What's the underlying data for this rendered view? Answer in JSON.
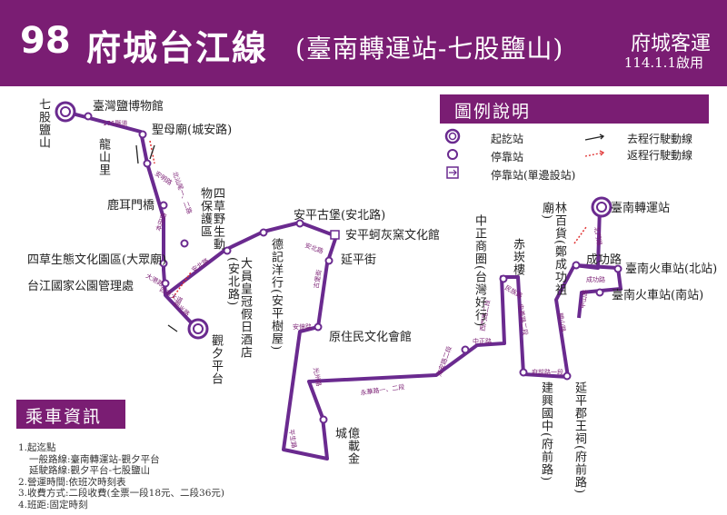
{
  "header": {
    "route_number": "98",
    "route_name": "府城台江線",
    "route_sub": "(臺南轉運站-七股鹽山)",
    "company": "府城客運",
    "start_date": "114.1.1啟用"
  },
  "legend": {
    "title": "圖例說明",
    "terminal": "起訖站",
    "stop": "停靠站",
    "stop_one_side": "停靠站(單邊設站)",
    "outbound": "去程行駛動線",
    "return": "返程行駛動線",
    "colors": {
      "route": "#6a2a8f",
      "header": "#7a1d73",
      "return_arrow": "#e03030"
    }
  },
  "info": {
    "title": "乘車資訊",
    "lines": [
      "1.起迄點",
      "  一般路線:臺南轉運站-觀夕平台",
      "  延駛路線:觀夕平台-七股鹽山",
      "2.營運時間:依班次時刻表",
      "3.收費方式:二段收費(全票一段18元、二段36元)",
      "4.班距:固定時刻"
    ]
  },
  "stops": {
    "qigu": "七股鹽山",
    "salt_museum": "臺灣鹽博物館",
    "shengmu": "聖母廟(城安路)",
    "longshan": "龍山里",
    "luermen": "鹿耳門橋",
    "sicao_wetland": "四草野生動物保護區",
    "sicao_culture": "四草生態文化園區(大眾廟)",
    "taijiang_office": "台江國家公園管理處",
    "guanxi": "觀夕平台",
    "grand_hotel": "大員皇冠假日酒店(安北路)",
    "tecund": "德記洋行(安平樹屋)",
    "anping_fort": "安平古堡(安北路)",
    "anping_lime": "安平蚵灰窯文化館",
    "yanping_st": "延平街",
    "aboriginal": "原住民文化會館",
    "deji": "億載金城",
    "zhongzheng": "中正商圈(台灣好行)",
    "chikan": "赤崁樓",
    "hayashi": "林百貨(鄭成功祖廟)",
    "jianxing": "建興國中(府前路)",
    "yanping_shrine": "延平郡王祠(府前路)",
    "chenggong": "成功路",
    "station_north": "臺南火車站(北站)",
    "station_south": "臺南火車站(南站)",
    "transit_center": "臺南轉運站"
  },
  "roads": {
    "r176": "176縣道",
    "anming": "安明路",
    "beishan": "北汕尾一、二路",
    "benbei": "本田路",
    "dahong": "大港路",
    "sicao": "四草大道",
    "guangyue": "觀光路",
    "anbei": "安北路",
    "anbei2": "安北路",
    "anping_rd": "安平路",
    "guping": "古堡街",
    "anyi": "安億路",
    "guangzhou": "光州路",
    "yongping": "平生路",
    "yonghua": "永華路一、二段",
    "anping2": "安平路",
    "haian": "海安路二段",
    "zhongzheng_rd": "中正路",
    "minzu": "民族路",
    "ximen": "西門路二段",
    "zhongyi": "忠義路二段",
    "fuqian": "府前路一段",
    "kaishan": "開山路",
    "chenggong_rd": "成功路",
    "beimen": "北門路",
    "zhongshan": "中山路"
  }
}
